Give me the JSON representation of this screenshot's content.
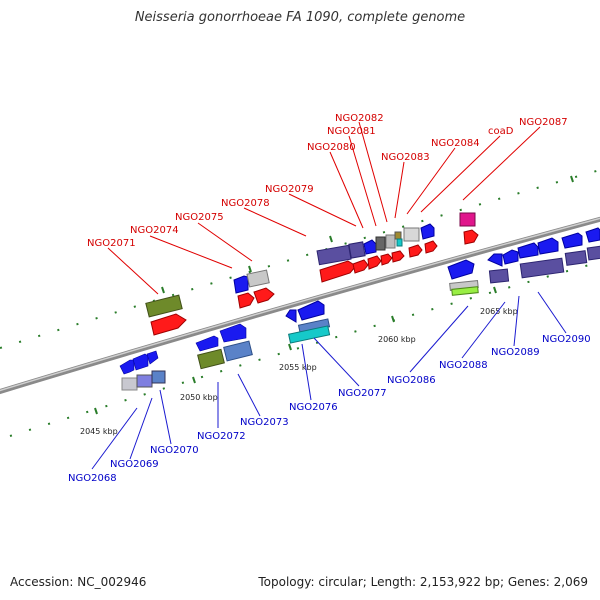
{
  "title": "Neisseria gonorrhoeae FA 1090, complete genome",
  "footer": {
    "accession": "Accession: NC_002946",
    "summary": "Topology: circular; Length: 2,153,922 bp; Genes: 2,069"
  },
  "scale_labels": [
    "2045 kbp",
    "2050 kbp",
    "2055 kbp",
    "2060 kbp",
    "2065 kbp"
  ],
  "gene_labels_top": [
    "NGO2071",
    "NGO2074",
    "NGO2075",
    "NGO2078",
    "NGO2079",
    "NGO2080",
    "NGO2081",
    "NGO2082",
    "NGO2083",
    "NGO2084",
    "coaD",
    "NGO2087"
  ],
  "gene_labels_bottom": [
    "NGO2068",
    "NGO2069",
    "NGO2070",
    "NGO2072",
    "NGO2073",
    "NGO2076",
    "NGO2077",
    "NGO2086",
    "NGO2088",
    "NGO2089",
    "NGO2090"
  ],
  "colors": {
    "label_top": "#d40000",
    "label_bottom": "#0000c8",
    "backbone": "#8a8a8a",
    "ticks": "#2a7d2a"
  }
}
